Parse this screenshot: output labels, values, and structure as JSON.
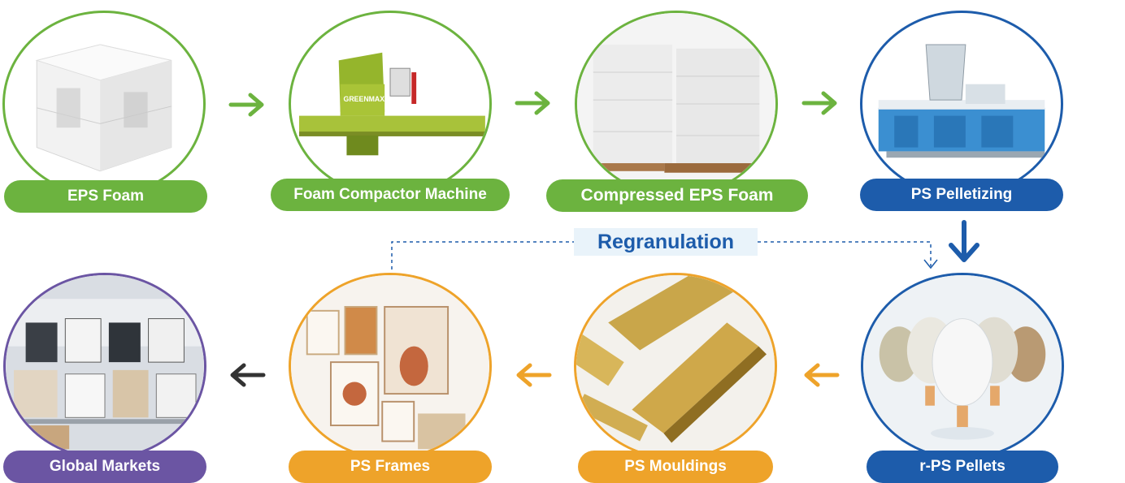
{
  "steps": {
    "eps_foam": {
      "label": "EPS Foam"
    },
    "compactor": {
      "label": "Foam Compactor Machine"
    },
    "compressed": {
      "label": "Compressed EPS Foam"
    },
    "pelletizing": {
      "label": "PS Pelletizing"
    },
    "pellets": {
      "label": "r-PS Pellets"
    },
    "mouldings": {
      "label": "PS Mouldings"
    },
    "frames": {
      "label": "PS Frames"
    },
    "markets": {
      "label": "Global Markets"
    }
  },
  "regranulation": {
    "label": "Regranulation"
  },
  "machine_brand": "GREENMAX",
  "colors": {
    "green": "#6cb33f",
    "blue": "#1d5cab",
    "orange": "#eea32a",
    "purple": "#6b55a3",
    "dark_arrow": "#333333"
  }
}
